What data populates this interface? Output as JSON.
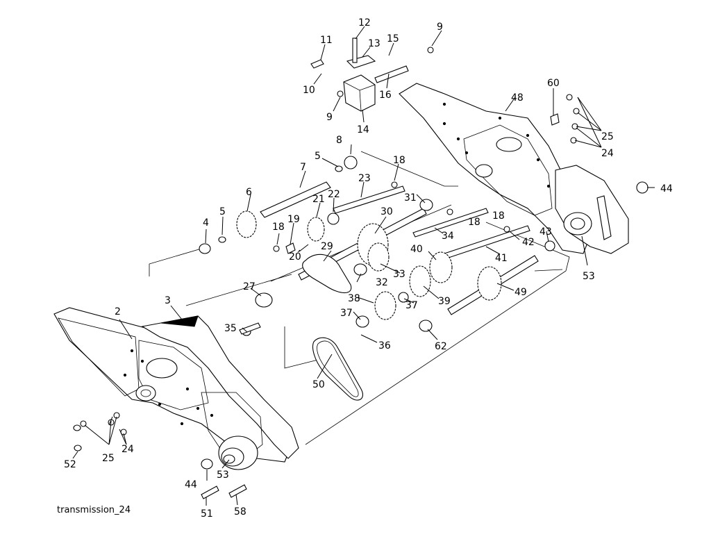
{
  "caption": "transmission_24",
  "callouts": [
    "2",
    "3",
    "4",
    "5",
    "5",
    "6",
    "7",
    "8",
    "9",
    "9",
    "10",
    "11",
    "12",
    "13",
    "14",
    "15",
    "16",
    "18",
    "18",
    "18",
    "18",
    "19",
    "20",
    "21",
    "22",
    "23",
    "24",
    "24",
    "25",
    "25",
    "27",
    "29",
    "30",
    "31",
    "32",
    "33",
    "34",
    "35",
    "36",
    "37",
    "37",
    "38",
    "39",
    "40",
    "41",
    "42",
    "43",
    "44",
    "44",
    "48",
    "49",
    "50",
    "51",
    "52",
    "53",
    "53",
    "58",
    "60",
    "62"
  ]
}
